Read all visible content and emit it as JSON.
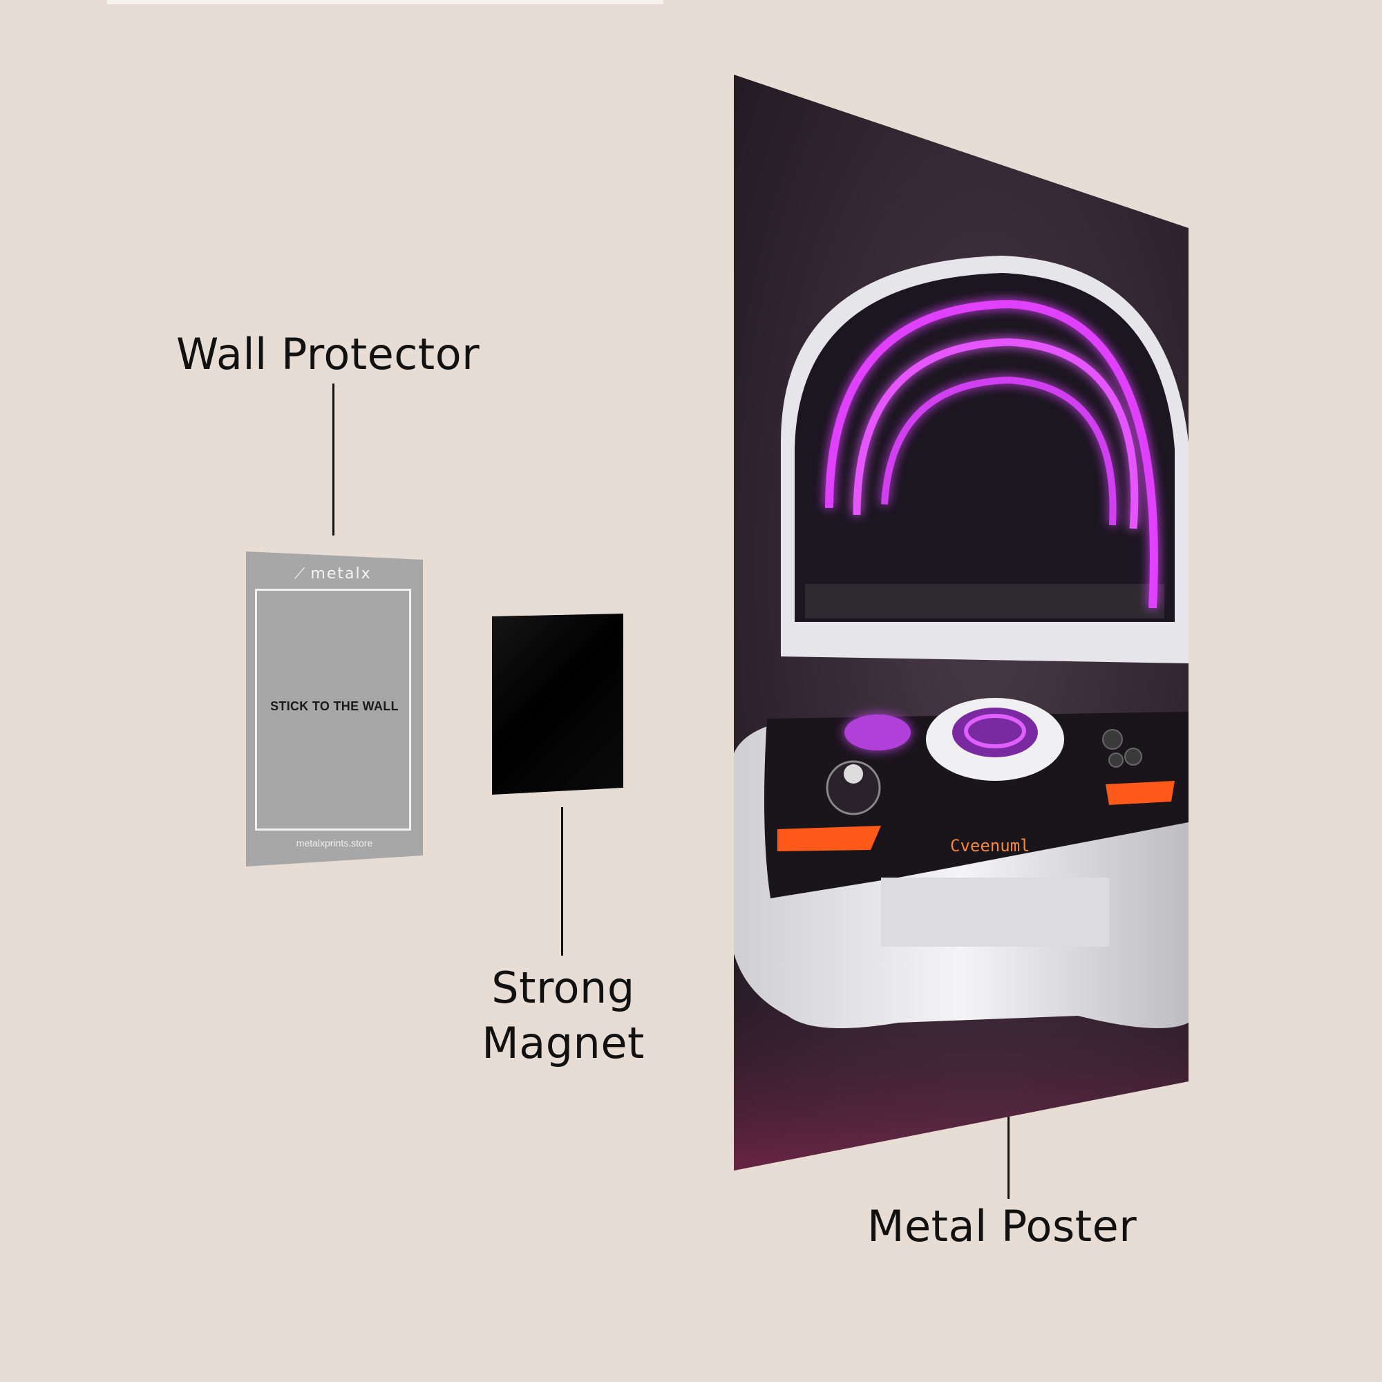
{
  "labels": {
    "wall_protector": "Wall Protector",
    "strong_magnet_line1": "Strong",
    "strong_magnet_line2": "Magnet",
    "metal_poster": "Metal Poster"
  },
  "protector": {
    "logo_text": "metalx",
    "center_text": "STICK TO THE WALL",
    "url": "metalxprints.store"
  },
  "poster": {
    "device_text": "Cveenuml"
  },
  "colors": {
    "background": "#e8ddd5",
    "protector": "#a7a7a7",
    "magnet": "#000000",
    "neon": "#e040ff",
    "poster_bg": "#3a2a3a"
  },
  "icons": {
    "logo_mark": "metalx-logo-icon"
  }
}
